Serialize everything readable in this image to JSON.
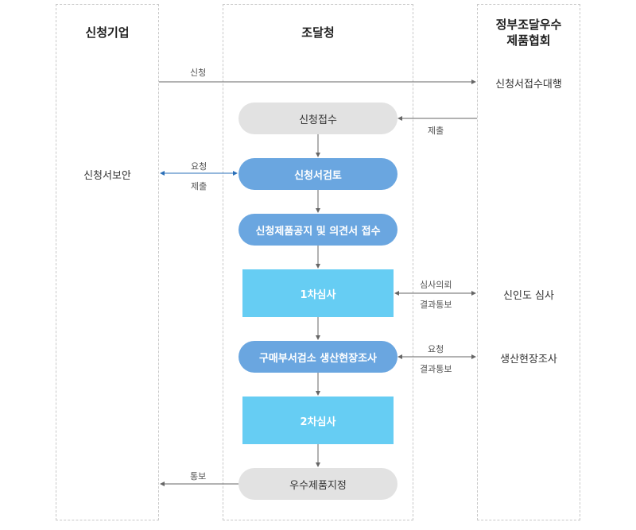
{
  "lanes": {
    "applicant": "신청기업",
    "pps": "조달청",
    "association_line1": "정부조달우수",
    "association_line2": "제품협회"
  },
  "nodes": {
    "receipt": "신청접수",
    "review": "신청서검토",
    "notice": "신청제품공지 및 의견서 접수",
    "first": "1차심사",
    "factory": "구매부서검소 생산현장조사",
    "second": "2차심사",
    "designation": "우수제품지정"
  },
  "side": {
    "applicant_supplement": "신청서보안",
    "assoc_proxy": "신청서접수대행",
    "assoc_reliability": "신인도 심사",
    "assoc_onsite": "생산현장조사"
  },
  "arrow_labels": {
    "apply": "신청",
    "submit1": "제출",
    "request1": "요청",
    "submit2": "제출",
    "review_request": "심사의뢰",
    "result_notice1": "결과통보",
    "request2": "요청",
    "result_notice2": "결과통보",
    "notify": "통보"
  }
}
